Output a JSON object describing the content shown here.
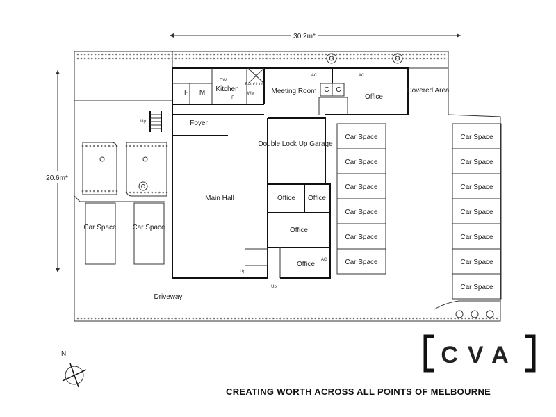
{
  "dimensions": {
    "width_label": "30.2m*",
    "depth_label": "20.6m*"
  },
  "rooms": {
    "meeting": "Meeting Room",
    "office_top": "Office",
    "covered": "Covered Area",
    "kitchen": "Kitchen",
    "dw": "DW",
    "bath": "Bath/ L'dry",
    "wm": "WM",
    "female": "F",
    "male": "M",
    "fridge": "F",
    "foyer": "Foyer",
    "main_hall": "Main Hall",
    "garage": "Double Lock Up Garage",
    "office_a": "Office",
    "office_b": "Office",
    "office_c": "Office",
    "office_d": "Office",
    "driveway": "Driveway",
    "cupboard": "C"
  },
  "labels": {
    "car_space": "Car Space",
    "up": "Up",
    "ac": "AC",
    "north": "N"
  },
  "brand": {
    "logo": "CVA",
    "tagline": "CREATING WORTH ACROSS ALL POINTS OF MELBOURNE"
  }
}
